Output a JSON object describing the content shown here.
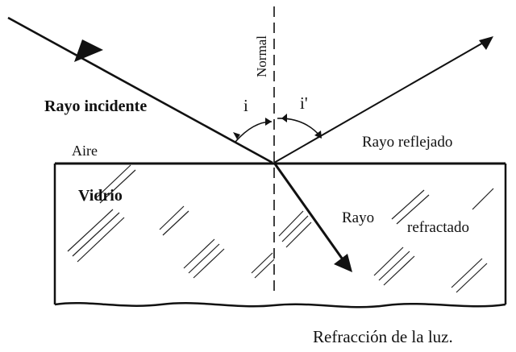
{
  "labels": {
    "normal": "Normal",
    "incident_ray": "Rayo incidente",
    "angle_incidence": "i",
    "angle_reflection": "i'",
    "medium_top": "Aire",
    "medium_bottom": "Vidrio",
    "reflected_ray": "Rayo reflejado",
    "refracted_ray_line1": "Rayo",
    "refracted_ray_line2": "refractado"
  },
  "caption": "Refracción de la luz.",
  "icons": [
    "arrowhead-icon"
  ],
  "colors": {
    "ink": "#111111",
    "background": "#ffffff"
  }
}
